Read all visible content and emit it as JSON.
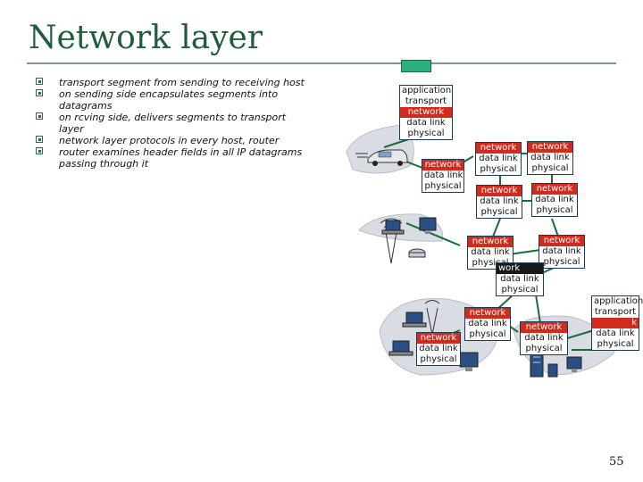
{
  "slide": {
    "title": "Network layer",
    "bullets": [
      "transport segment from sending to receiving host",
      "on sending side encapsulates segments into datagrams",
      "on rcving side, delivers segments to transport layer",
      "network layer protocols in every host, router",
      "router examines header fields in all IP datagrams passing through it"
    ],
    "page_number": "55"
  },
  "diagram": {
    "layer_labels": {
      "application": "application",
      "transport": "transport",
      "network": "network",
      "network_partial_left": "work",
      "network_partial_right": "k",
      "data_link": "data link",
      "physical": "physical"
    },
    "colors": {
      "network_layer": "#d42a1d",
      "stack_border": "#1c3c56",
      "link_line": "#1b6a3c",
      "subnet_fill": "#d9dde3",
      "legend_accent": "#2bb07d"
    },
    "icons": [
      "car-icon",
      "router-icon",
      "laptop-icon",
      "server-icon",
      "antenna-icon",
      "desktop-icon"
    ]
  }
}
